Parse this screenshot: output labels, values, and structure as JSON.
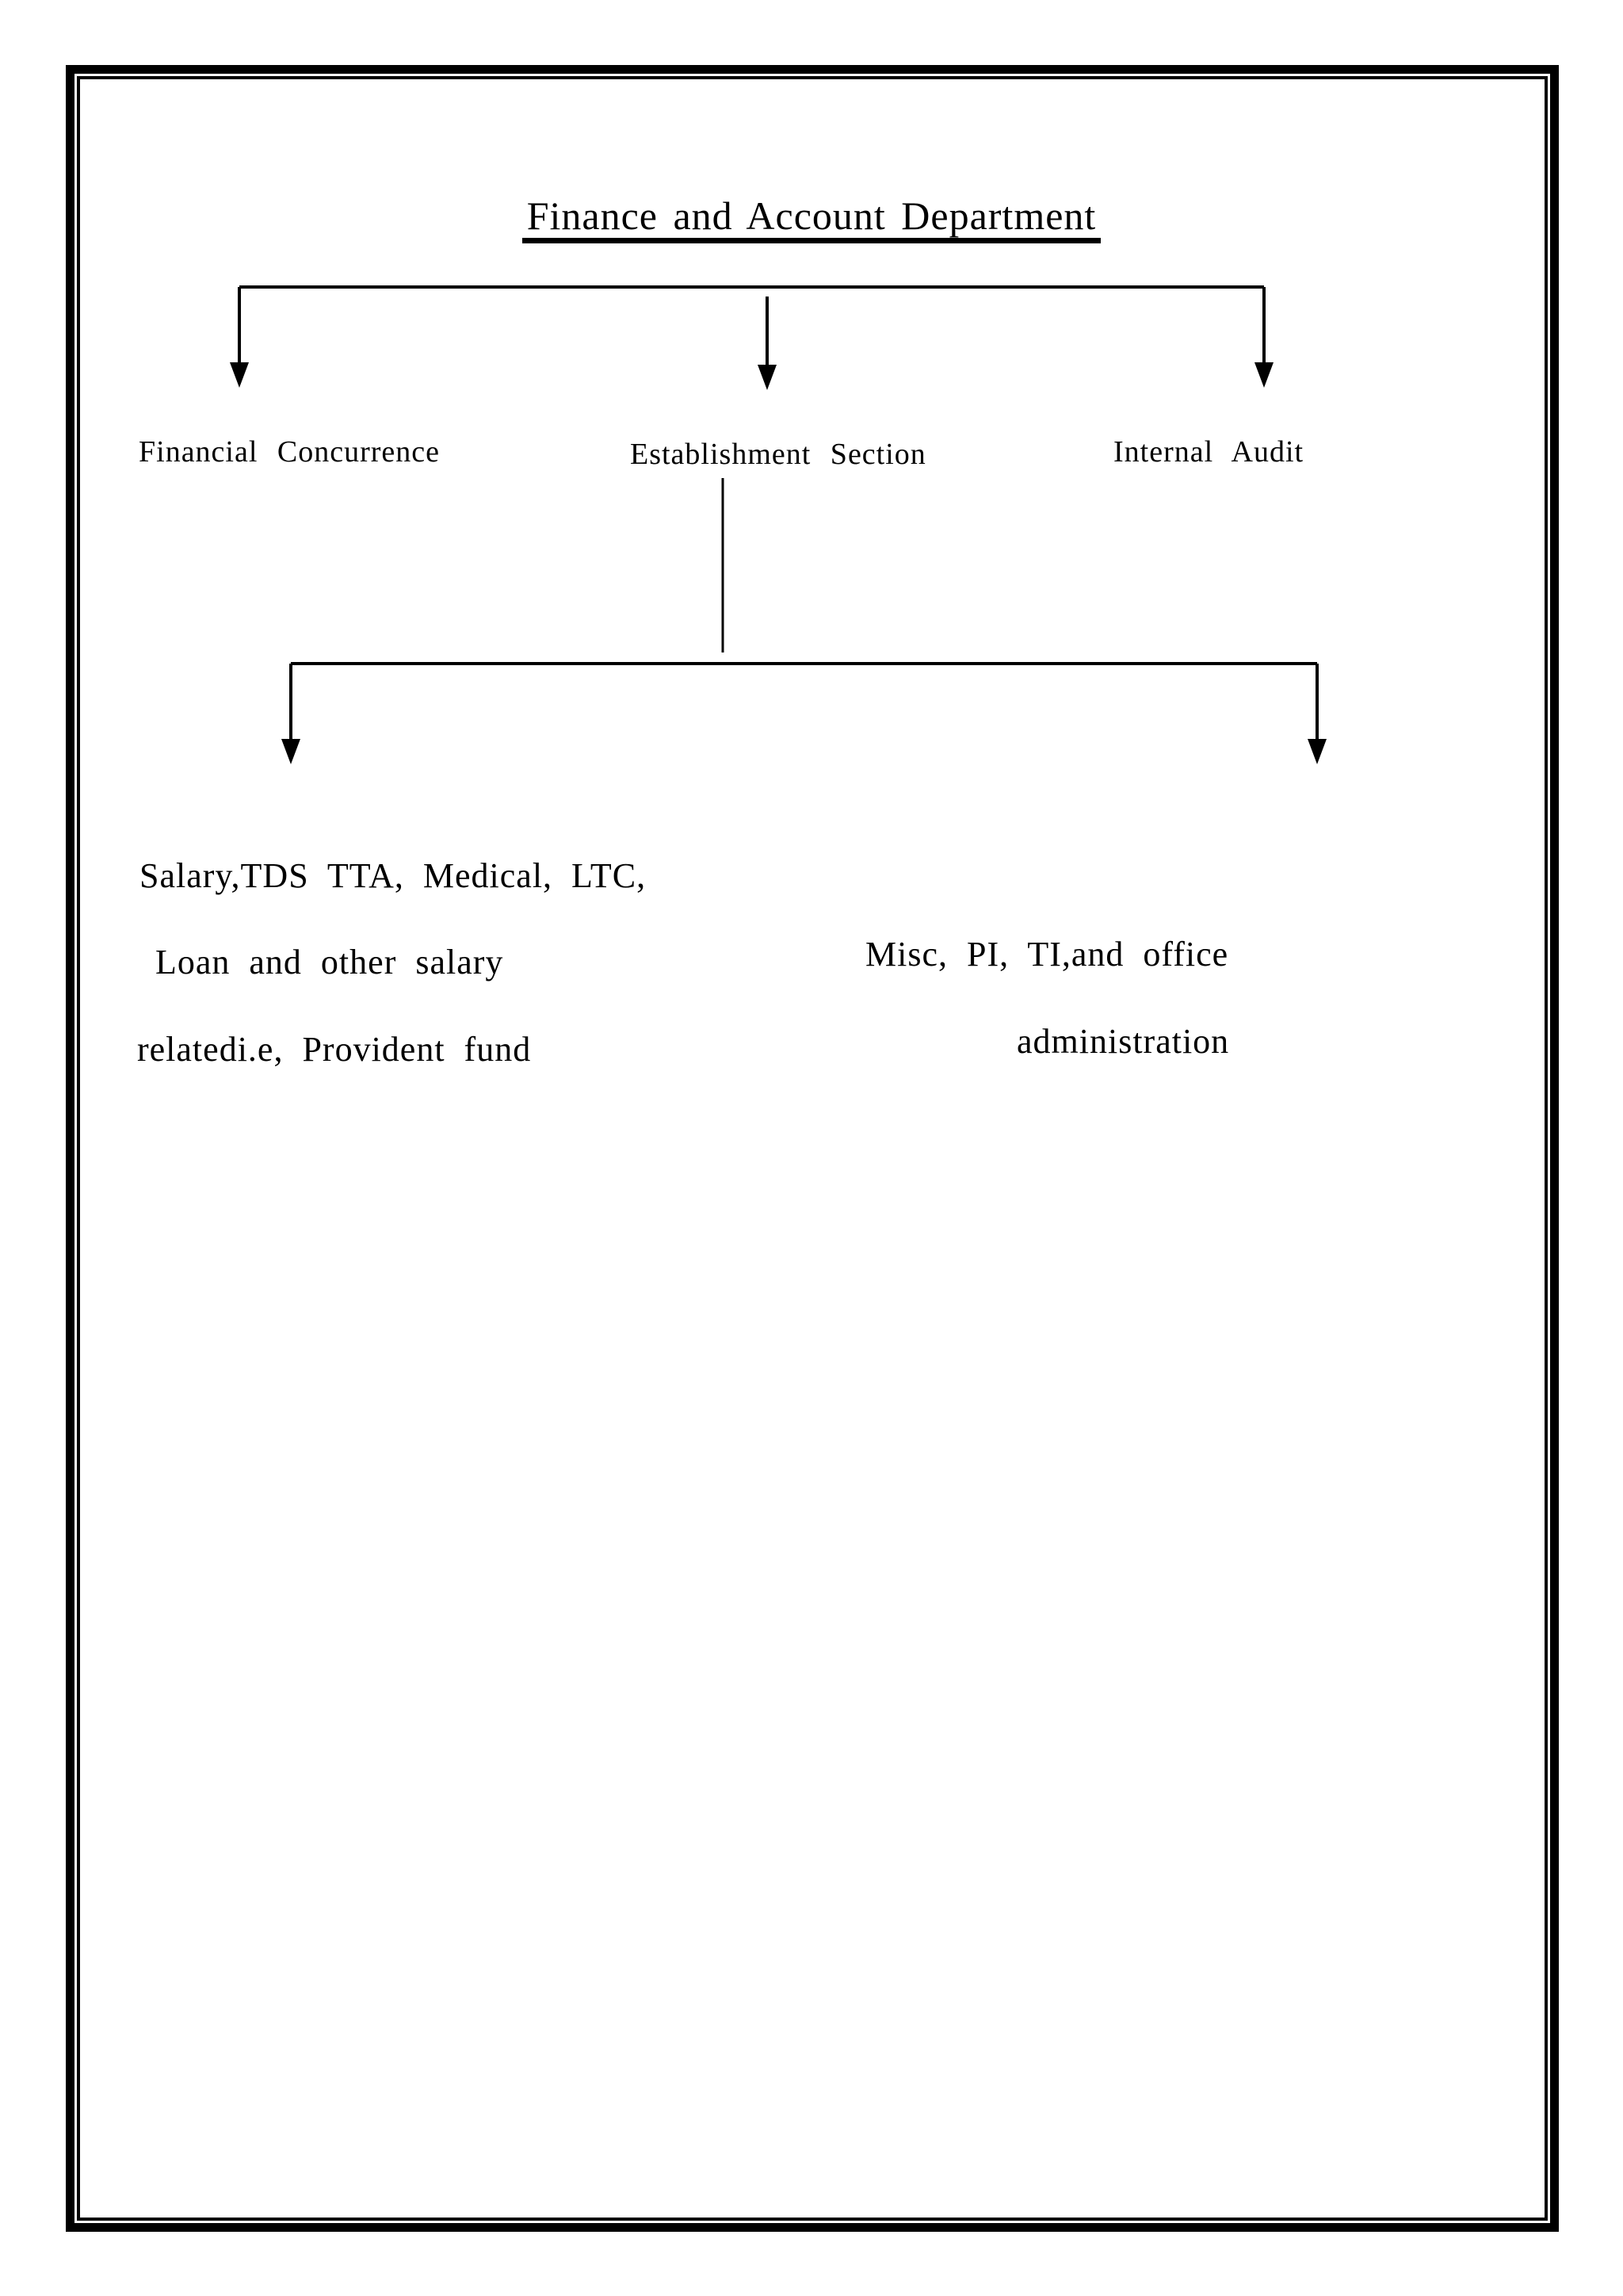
{
  "title": "Finance and Account Department",
  "nodes": {
    "financial_concurrence": "Financial Concurrence",
    "establishment_section": "Establishment Section",
    "internal_audit": "Internal Audit",
    "left_line1": "Salary,TDS TTA, Medical, LTC,",
    "left_line2": "Loan and other salary",
    "left_line3": "relatedi.e, Provident fund",
    "right_line1": "Misc, PI, TI,and office",
    "right_line2": "administration"
  },
  "hierarchy": {
    "root": "Finance and Account Department",
    "children": [
      "Financial Concurrence",
      "Establishment Section",
      "Internal Audit"
    ],
    "establishment_section_children": [
      "Salary,TDS TTA, Medical, LTC, Loan and other salary relatedi.e, Provident fund",
      "Misc, PI, TI,and office administration"
    ]
  },
  "colors": {
    "ink": "#000000",
    "paper": "#ffffff"
  }
}
